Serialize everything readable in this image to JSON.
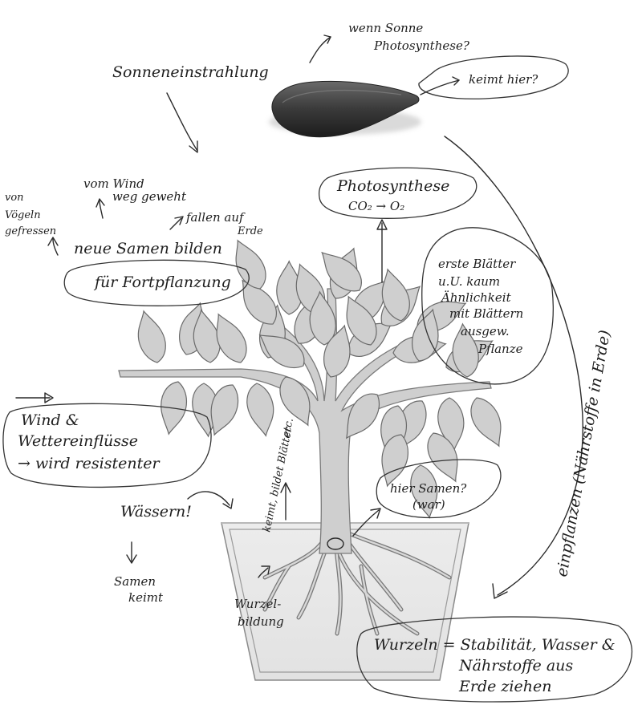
{
  "diagram": {
    "notes": {
      "sunlight": "Sonneneinstrahlung",
      "if_sun_1": "wenn Sonne",
      "if_sun_2": "Photosynthese?",
      "germinates_here": "keimt hier?",
      "photosynthesis_1": "Photosynthese",
      "photosynthesis_2": "CO₂ → O₂",
      "by_wind_1": "vom Wind",
      "by_wind_2": "weg geweht",
      "from_birds_1": "von",
      "from_birds_2": "Vögeln",
      "from_birds_3": "gefressen",
      "fall_1": "fallen auf",
      "fall_2": "Erde",
      "new_seeds": "neue Samen bilden",
      "reproduction": "für Fortpflanzung",
      "first_leaves_1": "erste Blätter",
      "first_leaves_2": "u.U. kaum",
      "first_leaves_3": "Ähnlichkeit",
      "first_leaves_4": "mit Blättern",
      "first_leaves_5": "ausgew.",
      "first_leaves_6": "Pflanze",
      "wind_1": "Wind &",
      "wind_2": "Wettereinflüsse",
      "wind_3": "→ wird resistenter",
      "water": "Wässern!",
      "seed_germinates_1": "Samen",
      "seed_germinates_2": "keimt",
      "sprouts_1": "keimt, bildet Blätter",
      "sprouts_2": "etc.",
      "seed_here_1": "hier Samen?",
      "seed_here_2": "(war)",
      "root_formation_1": "Wurzel-",
      "root_formation_2": "bildung",
      "roots_1": "Wurzeln = Stabilität, Wasser &",
      "roots_2": "Nährstoffe aus",
      "roots_3": "Erde ziehen",
      "plant_in": "einpflanzen (Nährstoffe in Erde)"
    }
  }
}
